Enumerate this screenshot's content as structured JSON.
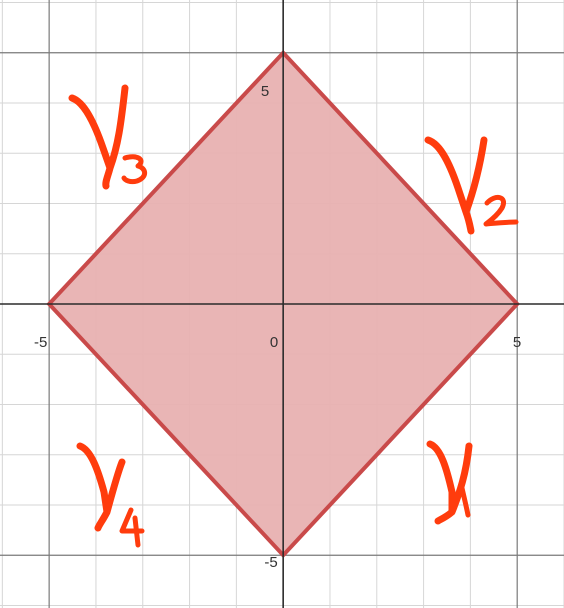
{
  "plot": {
    "x_range": [
      -6.05,
      6.0
    ],
    "y_range": [
      -6.05,
      6.05
    ],
    "minor_grid_step": 1,
    "major_grid_step": 5,
    "grid": true,
    "colors": {
      "background": "#ffffff",
      "minor_grid": "#d6d6d6",
      "major_grid": "#7a7a7a",
      "axis": "#2b2b2b",
      "tick_label": "#333333",
      "fill": "#e8b1b1",
      "edge": "#c94a4a",
      "annotation": "#ff3c0d"
    }
  },
  "tick_labels": {
    "x_neg": "-5",
    "origin": "0",
    "x_pos": "5",
    "y_pos": "5",
    "y_neg": "-5"
  },
  "region": {
    "vertices": [
      [
        5,
        0
      ],
      [
        0,
        5
      ],
      [
        -5,
        0
      ],
      [
        0,
        -5
      ]
    ]
  },
  "curve_labels": [
    {
      "name": "gamma-1",
      "symbol": "γ",
      "subscript": "1",
      "x": 3.6,
      "y": -3.2
    },
    {
      "name": "gamma-2",
      "symbol": "γ",
      "subscript": "2",
      "x": 4.0,
      "y": 3.3
    },
    {
      "name": "gamma-3",
      "symbol": "γ",
      "subscript": "3",
      "x": -3.8,
      "y": 4.4
    },
    {
      "name": "gamma-4",
      "symbol": "γ",
      "subscript": "4",
      "x": -4.0,
      "y": -3.5
    }
  ]
}
